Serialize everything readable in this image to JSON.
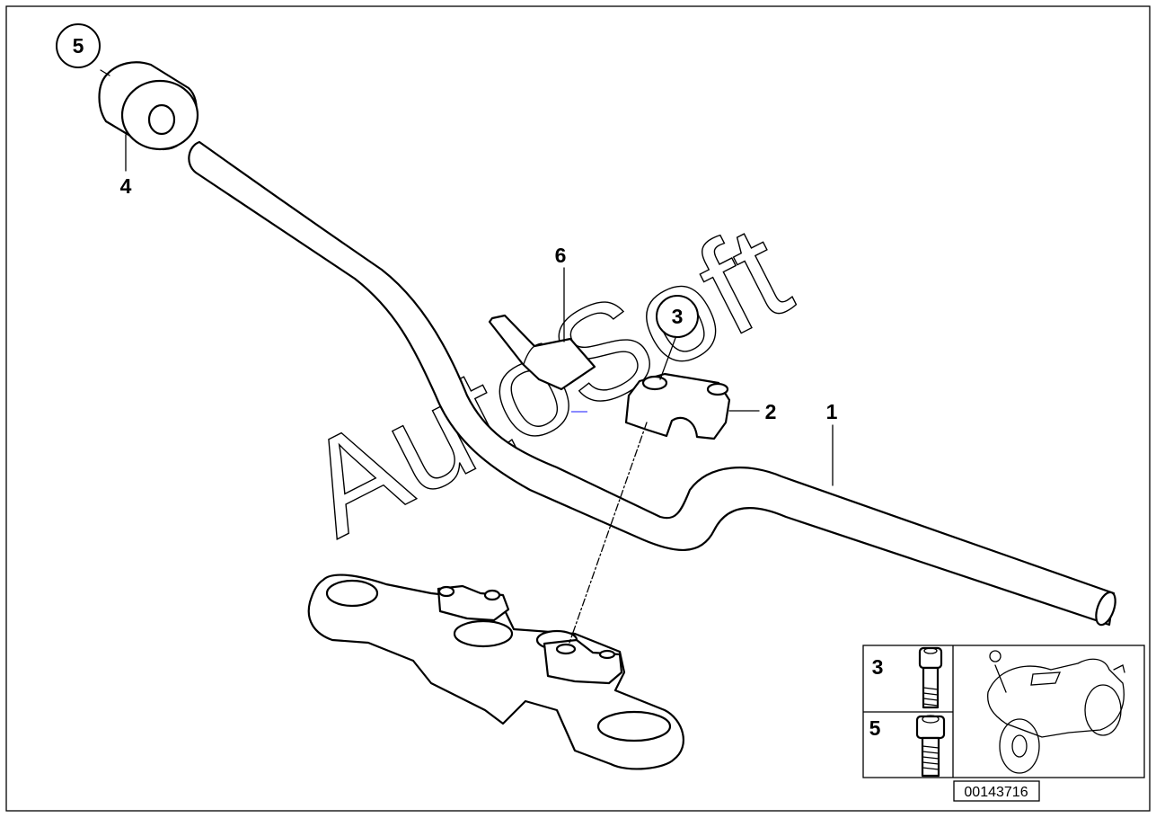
{
  "diagram": {
    "watermark": "AutoSoft",
    "reference_number": "00143716",
    "callouts": [
      {
        "id": "c1",
        "label": "1",
        "circled": false
      },
      {
        "id": "c2",
        "label": "2",
        "circled": false
      },
      {
        "id": "c3",
        "label": "3",
        "circled": true
      },
      {
        "id": "c4",
        "label": "4",
        "circled": false
      },
      {
        "id": "c5",
        "label": "5",
        "circled": true
      },
      {
        "id": "c6",
        "label": "6",
        "circled": false
      }
    ],
    "inset": {
      "rows": [
        {
          "label": "3"
        },
        {
          "label": "5"
        }
      ]
    }
  }
}
